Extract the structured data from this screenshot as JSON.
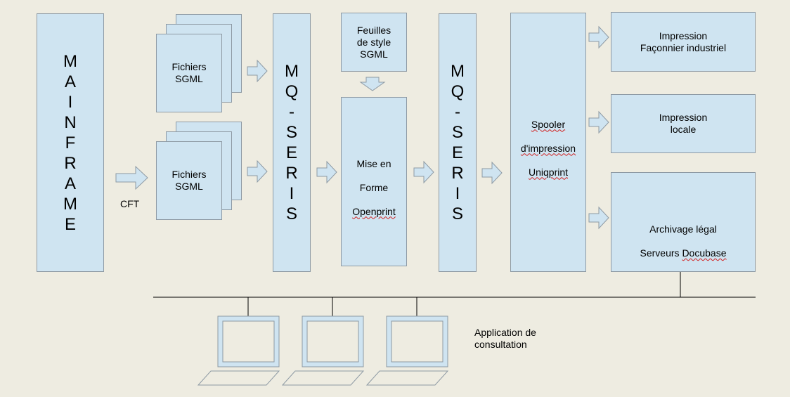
{
  "nodes": {
    "mainframe": {
      "letters": [
        "M",
        "A",
        "I",
        "N",
        "F",
        "R",
        "A",
        "M",
        "E"
      ]
    },
    "fichiers_1": {
      "label": "Fichiers\nSGML"
    },
    "fichiers_2": {
      "label": "Fichiers\nSGML"
    },
    "cft_label": "CFT",
    "mq_series_1": {
      "letters": [
        "M",
        "Q",
        "-",
        "S",
        "E",
        "R",
        "I",
        "S"
      ]
    },
    "feuilles_style": {
      "label": "Feuilles\nde style\nSGML"
    },
    "mise_en_forme": {
      "line1": "Mise en",
      "line2": "Forme",
      "line3": "Openprint"
    },
    "mq_series_2": {
      "letters": [
        "M",
        "Q",
        "-",
        "S",
        "E",
        "R",
        "I",
        "S"
      ]
    },
    "spooler": {
      "line1": "Spooler",
      "line2": "d'impression",
      "line3": "Uniqprint"
    },
    "impression_faconnier": {
      "label": "Impression\nFaçonnier industriel"
    },
    "impression_locale": {
      "label": "Impression\nlocale"
    },
    "archivage": {
      "line1": "Archivage légal",
      "line2_a": "Serveurs ",
      "line2_b": "Docubase"
    },
    "application_label": "Application de\nconsultation"
  },
  "colors": {
    "background": "#eeece1",
    "box_fill": "#cfe4f1",
    "box_border": "#8e9aa4",
    "spell_underline": "#d02020"
  },
  "icons": [
    "arrow-right-icon",
    "arrow-down-icon",
    "laptop-icon"
  ]
}
